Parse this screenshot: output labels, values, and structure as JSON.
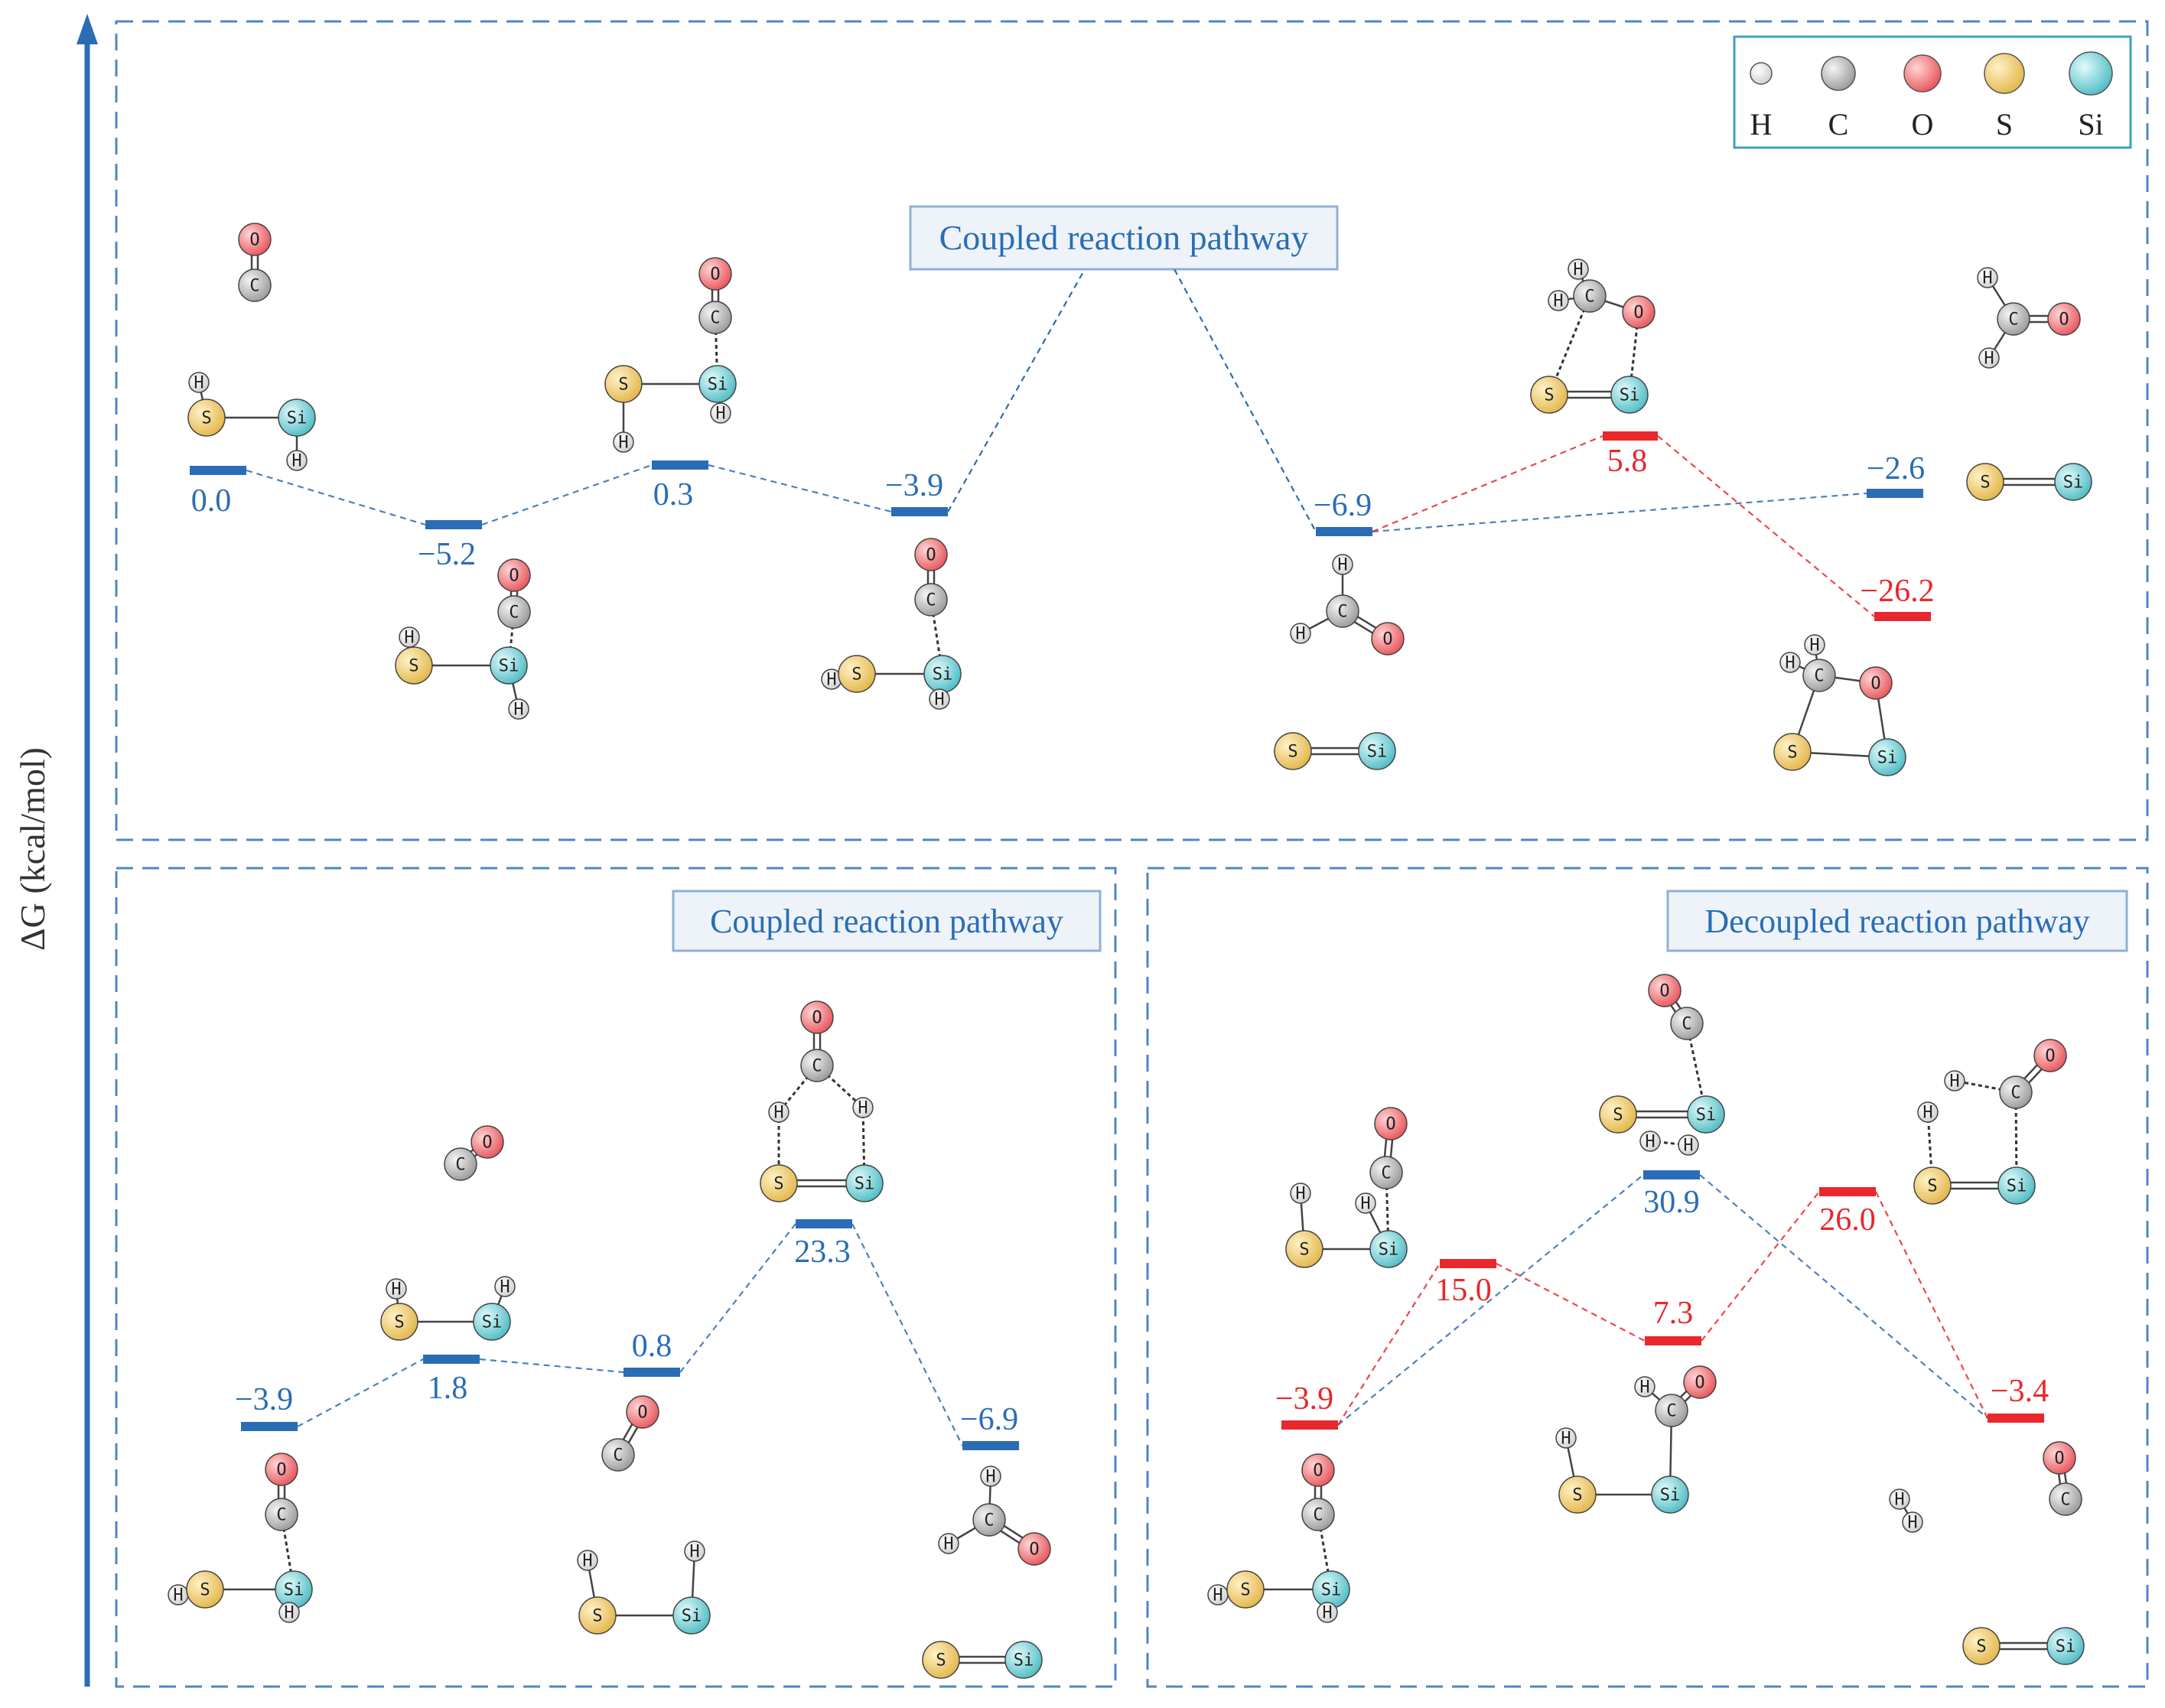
{
  "axis": {
    "label": "ΔG (kcal/mol)"
  },
  "legend": {
    "items": [
      {
        "symbol": "H",
        "color": "#f2f2f2"
      },
      {
        "symbol": "C",
        "color": "#bfbfbf"
      },
      {
        "symbol": "O",
        "color": "#f27f82"
      },
      {
        "symbol": "S",
        "color": "#f2d27a"
      },
      {
        "symbol": "Si",
        "color": "#7fd3d8"
      }
    ]
  },
  "colors": {
    "coupled": "#2a6db5",
    "decoupled": "#e8282c",
    "frame": "#4f86c6",
    "label_box_fill": "#eef3f9"
  },
  "panels": [
    {
      "id": "top",
      "title": "Coupled reaction pathway",
      "levels": [
        {
          "value": "0.0",
          "color": "blue"
        },
        {
          "value": "−5.2",
          "color": "blue"
        },
        {
          "value": "0.3",
          "color": "blue"
        },
        {
          "value": "−3.9",
          "color": "blue"
        },
        {
          "value": "−6.9",
          "color": "blue"
        },
        {
          "value": "5.8",
          "color": "red"
        },
        {
          "value": "−2.6",
          "color": "blue"
        },
        {
          "value": "−26.2",
          "color": "red"
        }
      ]
    },
    {
      "id": "bottom-left",
      "title": "Coupled reaction pathway",
      "levels": [
        {
          "value": "−3.9",
          "color": "blue"
        },
        {
          "value": "1.8",
          "color": "blue"
        },
        {
          "value": "0.8",
          "color": "blue"
        },
        {
          "value": "23.3",
          "color": "blue"
        },
        {
          "value": "−6.9",
          "color": "blue"
        }
      ]
    },
    {
      "id": "bottom-right",
      "title": "Decoupled reaction pathway",
      "levels": [
        {
          "value": "−3.9",
          "color": "red"
        },
        {
          "value": "15.0",
          "color": "red"
        },
        {
          "value": "30.9",
          "color": "blue"
        },
        {
          "value": "7.3",
          "color": "red"
        },
        {
          "value": "26.0",
          "color": "red"
        },
        {
          "value": "−3.4",
          "color": "red"
        }
      ]
    }
  ]
}
